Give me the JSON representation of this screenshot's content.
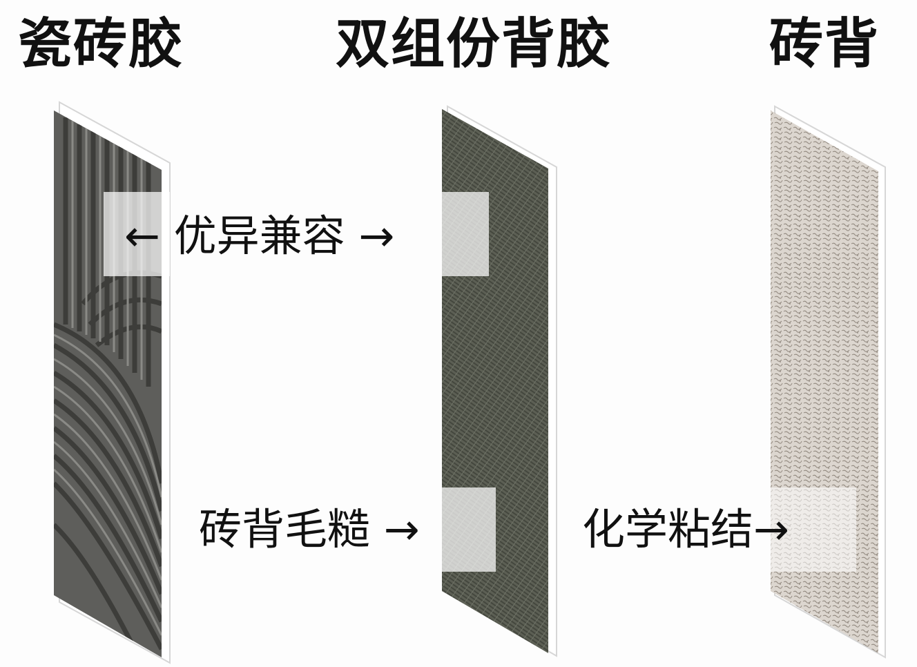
{
  "headings": {
    "tile_adhesive": "瓷砖胶",
    "two_component_back_glue": "双组份背胶",
    "tile_back": "砖背"
  },
  "labels": {
    "compatibility": "← 优异兼容 →",
    "tile_back_rough": "砖背毛糙 →",
    "chemical_bonding": "化学粘结→"
  },
  "colors": {
    "adhesive_panel": "#5e5e5b",
    "back_glue_panel": "#5c5f54",
    "tile_back_panel": "#dcd6cf",
    "text": "#111111"
  }
}
